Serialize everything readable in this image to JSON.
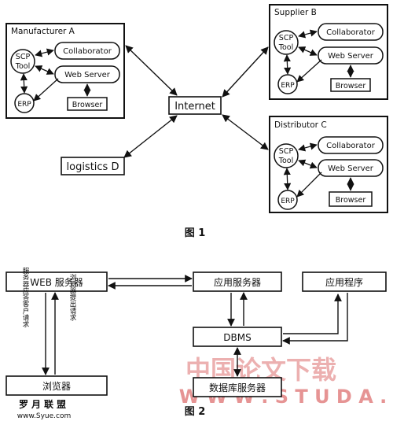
{
  "figure1": {
    "caption": "图 1",
    "manufacturer": {
      "title": "Manufacturer  A",
      "scp_line1": "SCP",
      "scp_line2": "Tool",
      "collaborator": "Collaborator",
      "web_server": "Web Server",
      "erp": "ERP",
      "browser": "Browser"
    },
    "supplier": {
      "title": "Supplier  B",
      "scp_line1": "SCP",
      "scp_line2": "Tool",
      "collaborator": "Collaborator",
      "web_server": "Web Server",
      "erp": "ERP",
      "browser": "Browser"
    },
    "distributor": {
      "title": "Distributor C",
      "scp_line1": "SCP",
      "scp_line2": "Tool",
      "collaborator": "Collaborator",
      "web_server": "Web Server",
      "erp": "ERP",
      "browser": "Browser"
    },
    "internet": "Internet",
    "logistics": "logistics D"
  },
  "figure2": {
    "caption": "图 2",
    "web_server": "WEB 服务器",
    "app_server": "应用服务器",
    "app_program": "应用程序",
    "dbms": "DBMS",
    "db_server": "数据库服务器",
    "browser": "浏览器",
    "label_response": "服务器应答客户请求",
    "label_request": "浏览器提出请求"
  },
  "watermark": {
    "cn": "中国论文下载",
    "en": "W W W . S T U D A .",
    "site_cn": "罗月联盟",
    "site_url": "www.Syue.com"
  },
  "colors": {
    "ink": "#111111",
    "watermark_red": "#e07a7a",
    "watermark_light": "#f3c9c9"
  }
}
